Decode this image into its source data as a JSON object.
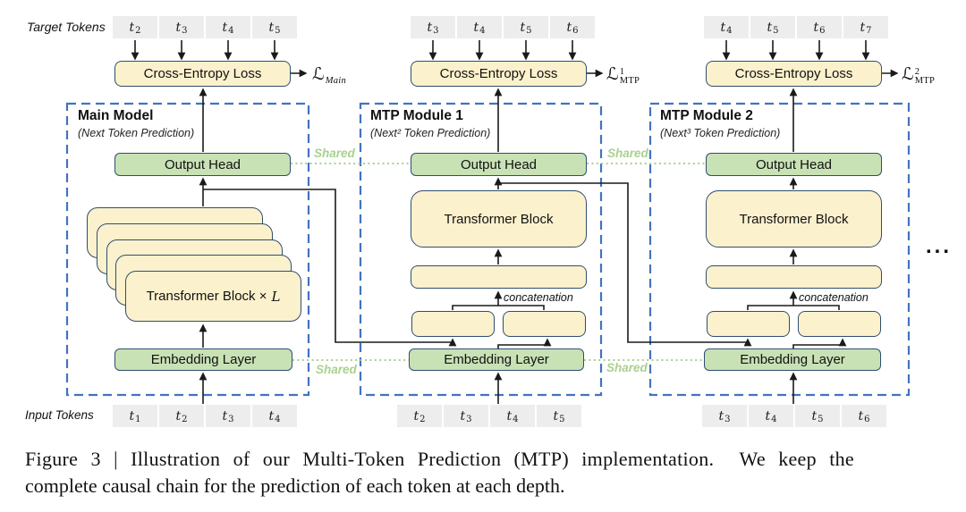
{
  "colors": {
    "module_border_blue": "#4273C0",
    "box_yellow": "#FCF1CD",
    "box_green": "#C8E2B5",
    "box_outline": "#2F4E6E",
    "token_gray": "#EDEDED",
    "shared_green": "#A9D18E",
    "line_black": "#1A1A1A"
  },
  "labels": {
    "target_tokens": "Target Tokens",
    "input_tokens": "Input Tokens",
    "shared": "Shared",
    "concatenation": "concatenation",
    "ellipsis": "...",
    "cross_entropy": "Cross-Entropy Loss",
    "output_head": "Output Head",
    "embedding_layer": "Embedding Layer",
    "transformer_block": "Transformer Block",
    "transformer_block_stack": "Transformer Block ×",
    "stack_depth_var": "L",
    "loss_symbol": "ℒ"
  },
  "modules": [
    {
      "title": "Main Model",
      "subtitle": "(Next Token Prediction)",
      "loss": {
        "sup": "",
        "sub": "Main"
      },
      "target_tokens": [
        {
          "b": "t",
          "s": "2"
        },
        {
          "b": "t",
          "s": "3"
        },
        {
          "b": "t",
          "s": "4"
        },
        {
          "b": "t",
          "s": "5"
        }
      ],
      "input_tokens": [
        {
          "b": "t",
          "s": "1"
        },
        {
          "b": "t",
          "s": "2"
        },
        {
          "b": "t",
          "s": "3"
        },
        {
          "b": "t",
          "s": "4"
        }
      ]
    },
    {
      "title": "MTP Module 1",
      "subtitle": "(Next² Token Prediction)",
      "loss": {
        "sup": "1",
        "sub": "MTP"
      },
      "target_tokens": [
        {
          "b": "t",
          "s": "3"
        },
        {
          "b": "t",
          "s": "4"
        },
        {
          "b": "t",
          "s": "5"
        },
        {
          "b": "t",
          "s": "6"
        }
      ],
      "input_tokens": [
        {
          "b": "t",
          "s": "2"
        },
        {
          "b": "t",
          "s": "3"
        },
        {
          "b": "t",
          "s": "4"
        },
        {
          "b": "t",
          "s": "5"
        }
      ]
    },
    {
      "title": "MTP Module 2",
      "subtitle": "(Next³ Token Prediction)",
      "loss": {
        "sup": "2",
        "sub": "MTP"
      },
      "target_tokens": [
        {
          "b": "t",
          "s": "4"
        },
        {
          "b": "t",
          "s": "5"
        },
        {
          "b": "t",
          "s": "6"
        },
        {
          "b": "t",
          "s": "7"
        }
      ],
      "input_tokens": [
        {
          "b": "t",
          "s": "3"
        },
        {
          "b": "t",
          "s": "4"
        },
        {
          "b": "t",
          "s": "5"
        },
        {
          "b": "t",
          "s": "6"
        }
      ]
    }
  ],
  "caption": {
    "line1": "Figure 3 | Illustration of our Multi-Token Prediction (MTP) implementation.  We keep the",
    "line2": "complete causal chain for the prediction of each token at each depth."
  }
}
